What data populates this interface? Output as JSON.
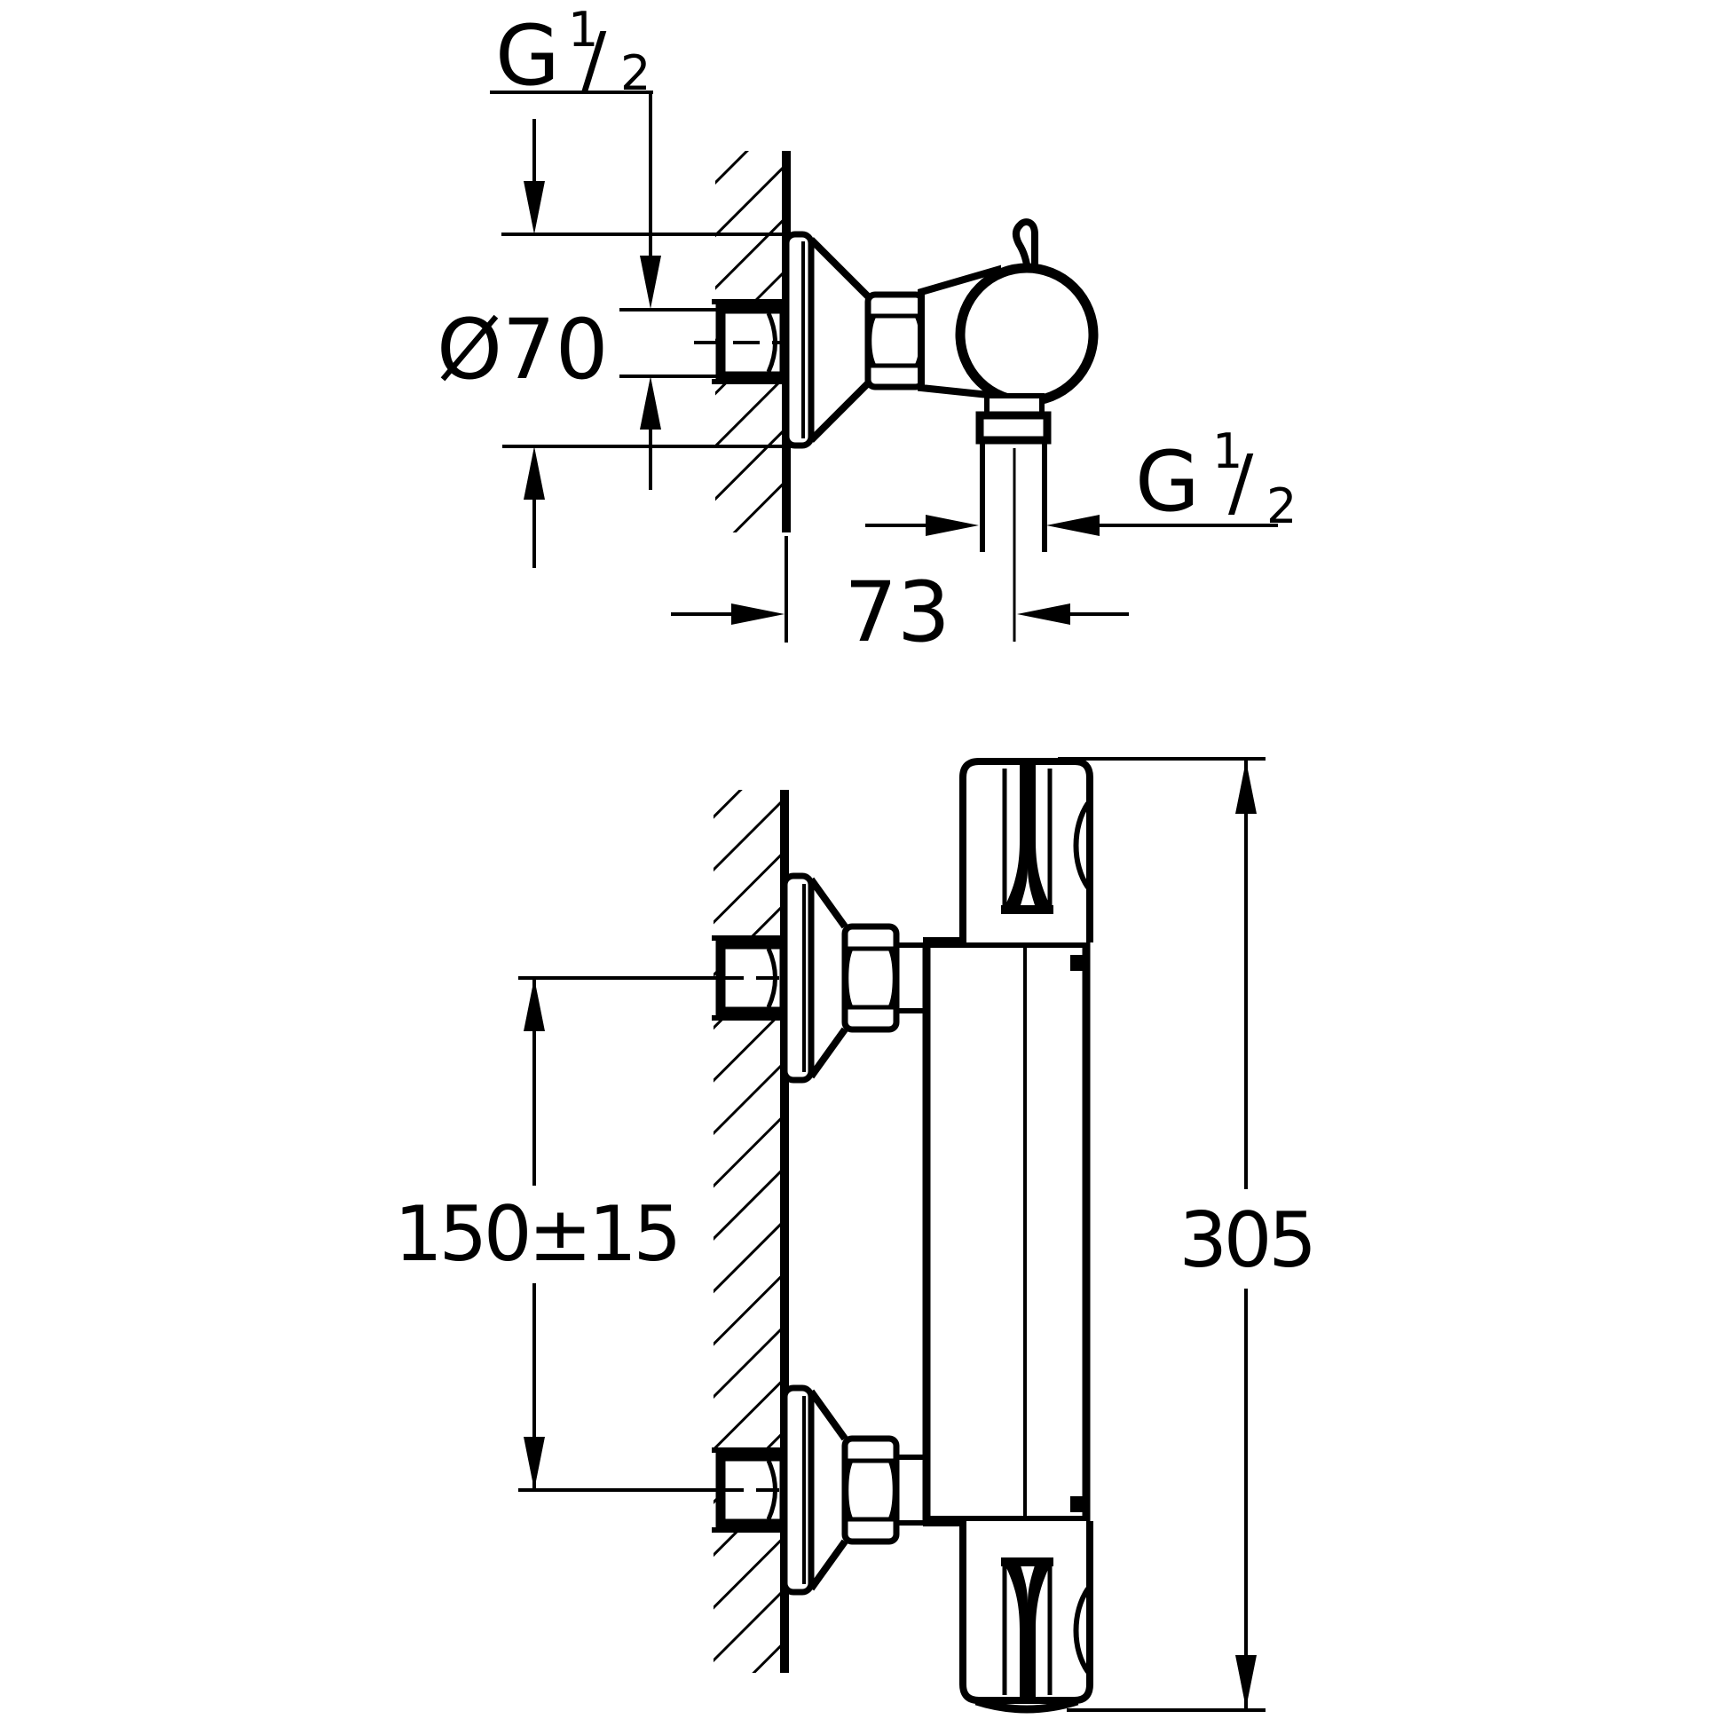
{
  "page": {
    "background": "#ffffff",
    "ink": "#000000",
    "type": "technical-dimension-drawing",
    "views": 2
  },
  "labels": {
    "supply_thread": {
      "g": "G",
      "num": "1",
      "slash": "/",
      "den": "2"
    },
    "escutcheon_diameter": "Ø70",
    "wall_to_outlet": "73",
    "outlet_thread": {
      "g": "G",
      "num": "1",
      "slash": "/",
      "den": "2"
    },
    "connection_spacing": "150±15",
    "overall_height": "305"
  }
}
